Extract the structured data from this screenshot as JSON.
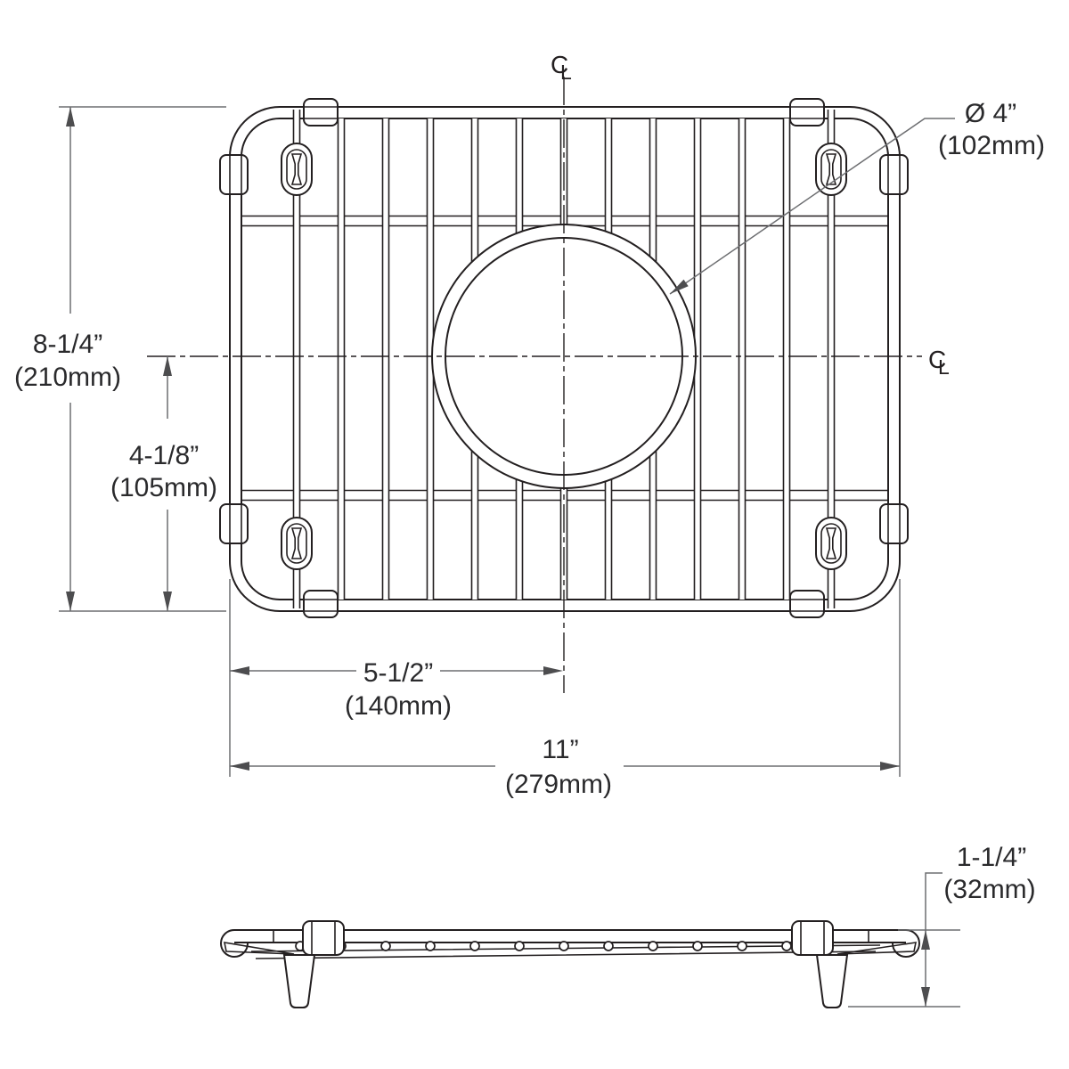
{
  "drawing": {
    "dimensions": {
      "overall_height": {
        "value": "8-1/4”",
        "metric": "(210mm)"
      },
      "centerline_to_bottom": {
        "value": "4-1/8”",
        "metric": "(105mm)"
      },
      "left_to_centerline": {
        "value": "5-1/2”",
        "metric": "(140mm)"
      },
      "overall_width": {
        "value": "11”",
        "metric": "(279mm)"
      },
      "hole_diameter": {
        "value": "Ø 4”",
        "metric": "(102mm)"
      },
      "profile_height": {
        "value": "1-1/4”",
        "metric": "(32mm)"
      }
    },
    "symbols": {
      "centerline_c": "C",
      "centerline_l": "L"
    },
    "colors": {
      "part_line": "#231f20",
      "dimension_line": "#6d6e71",
      "arrow": "#4d4d4f",
      "text": "#2a2a2c",
      "background": "#ffffff"
    }
  }
}
